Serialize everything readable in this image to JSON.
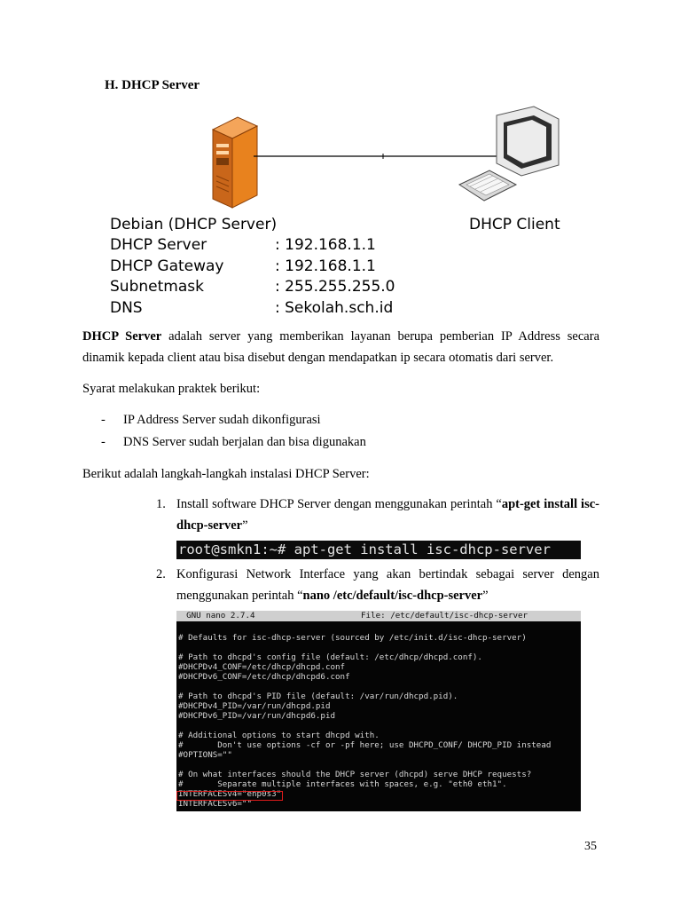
{
  "heading": "H. DHCP Server",
  "diagram": {
    "server_caption": "Debian (DHCP Server)",
    "client_caption": "DHCP Client",
    "config_rows": [
      {
        "label": "DHCP Server",
        "value": ": 192.168.1.1"
      },
      {
        "label": "DHCP Gateway",
        "value": ": 192.168.1.1"
      },
      {
        "label": "Subnetmask",
        "value": ": 255.255.255.0"
      },
      {
        "label": "DNS",
        "value": ": Sekolah.sch.id"
      }
    ]
  },
  "intro": {
    "bold": "DHCP Server",
    "rest": " adalah server yang memberikan layanan berupa pemberian IP Address secara dinamik kepada client atau bisa disebut dengan mendapatkan ip secara otomatis dari server."
  },
  "prereq_title": "Syarat melakukan praktek berikut:",
  "prereq_items": [
    "IP Address Server sudah dikonfigurasi",
    "DNS Server sudah berjalan dan bisa digunakan"
  ],
  "bullet_symbol": "-",
  "steps_title": "Berikut adalah langkah-langkah instalasi DHCP Server:",
  "steps": [
    {
      "num": "1.",
      "pre": "Install software DHCP Server dengan menggunakan perintah “",
      "cmd": "apt-get install isc-dhcp-server",
      "post": "”"
    },
    {
      "num": "2.",
      "pre": "Konfigurasi Network Interface yang akan bertindak sebagai server dengan menggunakan perintah “",
      "cmd": "nano /etc/default/isc-dhcp-server",
      "post": "”"
    }
  ],
  "terminal_command": "root@smkn1:~# apt-get install isc-dhcp-server",
  "nano": {
    "title_left": "  GNU nano 2.7.4",
    "title_right": "File: /etc/default/isc-dhcp-server",
    "lines": [
      "# Defaults for isc-dhcp-server (sourced by /etc/init.d/isc-dhcp-server)",
      "",
      "# Path to dhcpd's config file (default: /etc/dhcp/dhcpd.conf).",
      "#DHCPDv4_CONF=/etc/dhcp/dhcpd.conf",
      "#DHCPDv6_CONF=/etc/dhcp/dhcpd6.conf",
      "",
      "# Path to dhcpd's PID file (default: /var/run/dhcpd.pid).",
      "#DHCPDv4_PID=/var/run/dhcpd.pid",
      "#DHCPDv6_PID=/var/run/dhcpd6.pid",
      "",
      "# Additional options to start dhcpd with.",
      "#       Don't use options -cf or -pf here; use DHCPD_CONF/ DHCPD_PID instead",
      "#OPTIONS=\"\"",
      "",
      "# On what interfaces should the DHCP server (dhcpd) serve DHCP requests?",
      "#       Separate multiple interfaces with spaces, e.g. \"eth0 eth1\".",
      "INTERFACESv4=\"enp0s3\"",
      "INTERFACESv6=\"\""
    ]
  },
  "page_number": "35",
  "colors": {
    "server_orange": "#e8821e",
    "server_dark": "#a34e0c",
    "highlight_red": "#e01b1b"
  }
}
